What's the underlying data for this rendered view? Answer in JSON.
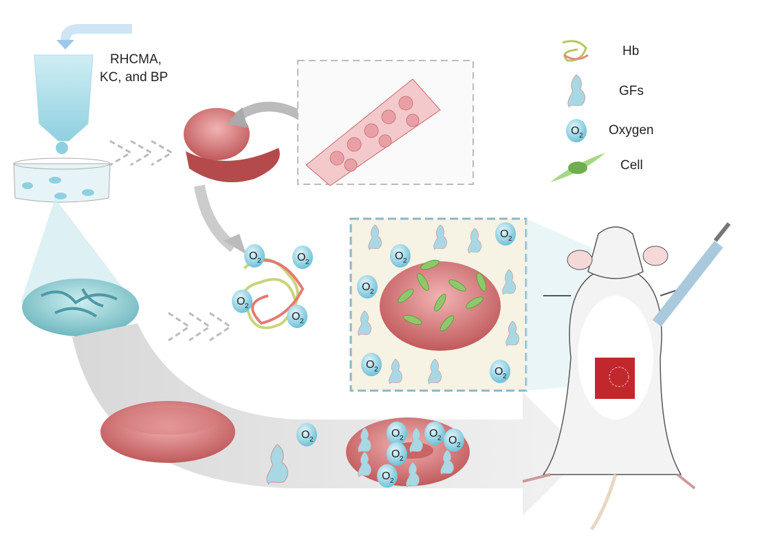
{
  "figure": {
    "input_label_line1": "RHCMA,",
    "input_label_line2": "KC, and BP"
  },
  "legend": {
    "items": [
      {
        "label": "Hb",
        "icon": "hemoglobin-icon"
      },
      {
        "label": "GFs",
        "icon": "growth-factor-icon"
      },
      {
        "label": "Oxygen",
        "icon": "oxygen-bubble-icon"
      },
      {
        "label": "Cell",
        "icon": "cell-icon"
      }
    ]
  },
  "o2": {
    "symbol": "O",
    "subscript": "2"
  },
  "colors": {
    "rbc_red": "#c9585a",
    "oxygen_blue": "#8fd0e0",
    "hydrogel_teal": "#7ec3c8",
    "cell_green": "#8fc86a",
    "box_border": "#8fb5c4",
    "box_bg": "#f6f2e4"
  }
}
